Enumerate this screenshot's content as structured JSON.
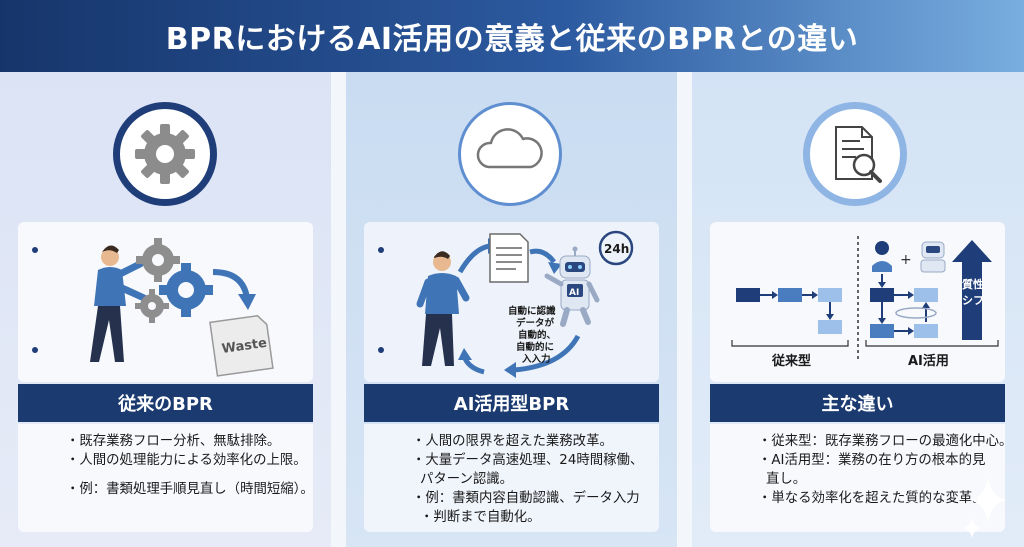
{
  "title": "BPRにおけるAI活用の意義と従来のBPRとの違い",
  "panels": {
    "traditional": {
      "band": "従来のBPR",
      "waste_label": "Waste",
      "lines": [
        "・既存業務フロー分析、無駄排除。",
        "・人間の処理能力による効率化の上限。",
        "・例：書類処理手順見直し（時間短縮）。"
      ]
    },
    "ai": {
      "band": "AI活用型BPR",
      "badge_24h": "24h",
      "robot_label": "AI",
      "cycle_text": [
        "自動に認識",
        "データが",
        "自動的、",
        "自動的に",
        "入入力"
      ],
      "lines": [
        "・人間の限界を超えた業務改革。",
        "・大量データ高速処理、24時間稼働、",
        "パターン認識。",
        "・例：書類内容自動認識、データ入力",
        "・判断まで自動化。"
      ]
    },
    "diff": {
      "band": "主な違い",
      "label_traditional": "従来型",
      "label_ai": "AI活用",
      "arrow_text": [
        "質性",
        "シフ"
      ],
      "lines": [
        "・従来型：既存業務フローの最適化中心。",
        "・AI活用型：業務の在り方の根本的見",
        "直し。",
        "・単なる効率化を超えた質的な変革。"
      ]
    }
  },
  "colors": {
    "navy": "#1b3a70",
    "mid_blue": "#4a7cc0",
    "light_blue": "#9cc0ea"
  }
}
